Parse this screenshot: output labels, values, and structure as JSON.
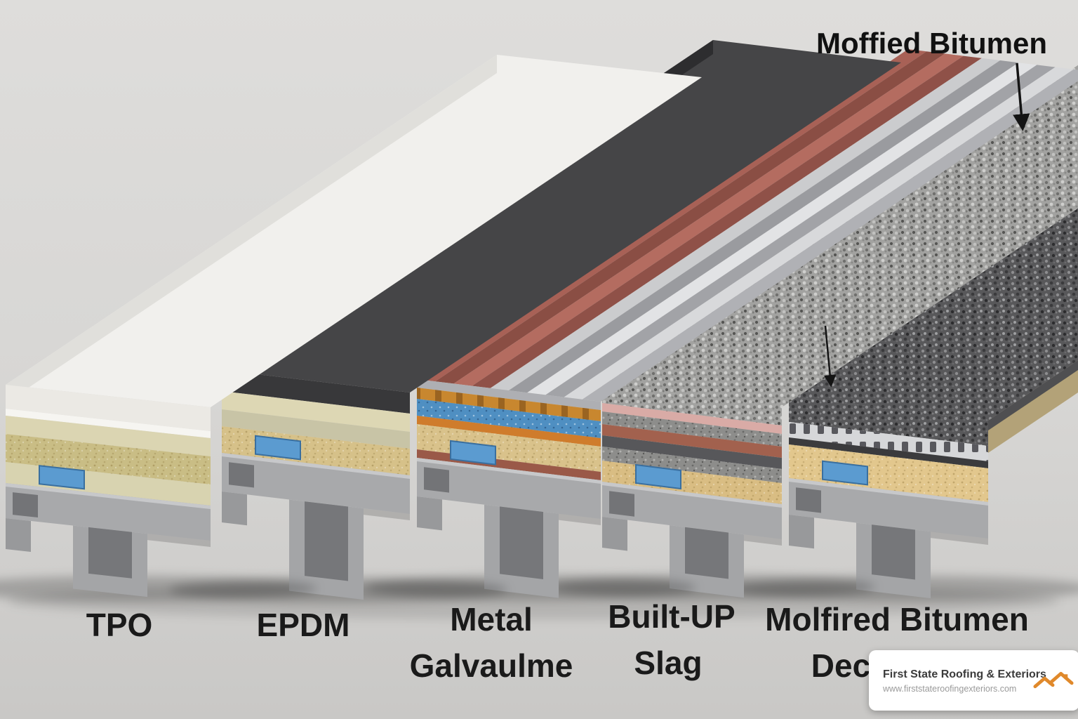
{
  "annotation": {
    "text": "Moffied Bitumen"
  },
  "labels": [
    {
      "line1": "TPO"
    },
    {
      "line1": "EPDM"
    },
    {
      "line1": "Metal",
      "line2": "Galvaulme"
    },
    {
      "line1": "Built-UP",
      "line2": "Slag"
    },
    {
      "line1": "Molfired Bitumen",
      "line2": "Dec"
    }
  ],
  "card": {
    "title": "First State Roofing & Exteriors",
    "url": "www.firststateroofingexteriors.com"
  },
  "palette": {
    "background": "#d7d6d4",
    "label": "#1a1a1a",
    "accent_orange": "#e0892b",
    "blue_insert": "#5b9bd0"
  }
}
